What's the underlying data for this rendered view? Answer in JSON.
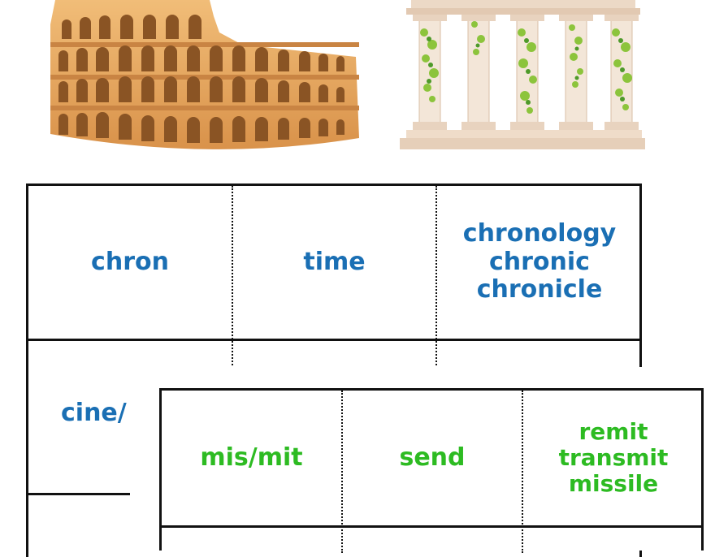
{
  "back_card": {
    "row1": {
      "root": "chron",
      "meaning": "time",
      "examples": [
        "chronology",
        "chronic",
        "chronicle"
      ]
    },
    "row2": {
      "root_partial": "cine/"
    }
  },
  "front_card": {
    "row1": {
      "root": "mis/mit",
      "meaning": "send",
      "examples": [
        "remit",
        "transmit",
        "missile"
      ]
    }
  },
  "colors": {
    "back_text": "#1a6fb4",
    "front_text": "#2dbb22",
    "border": "#111111"
  },
  "illustrations": {
    "left": "colosseum-illustration",
    "right": "temple-columns-illustration"
  }
}
